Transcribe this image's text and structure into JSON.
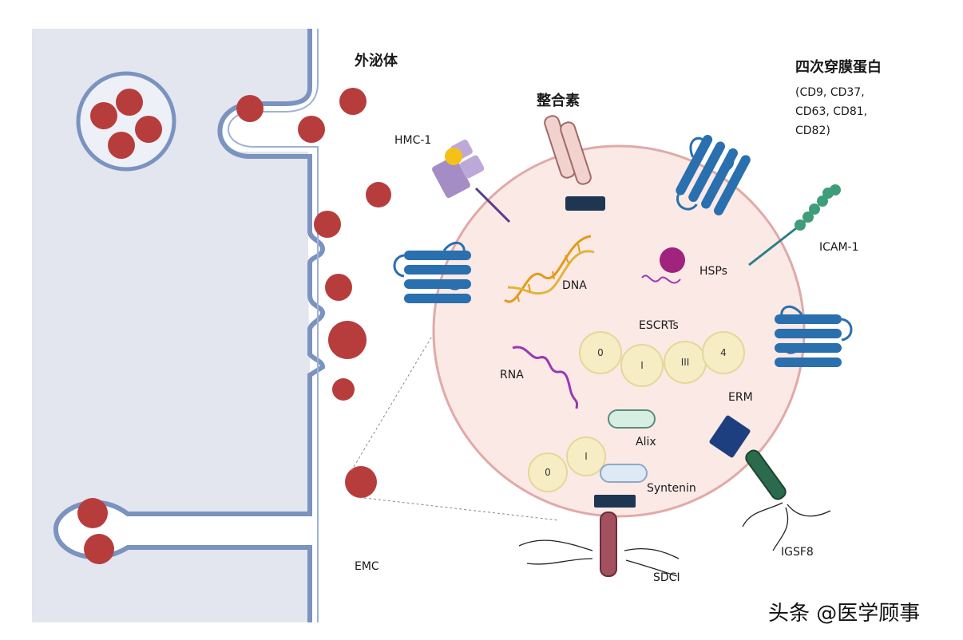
{
  "labels": {
    "exosome": "外泌体",
    "integrin": "整合素",
    "tetraspanin_title": "四次穿膜蛋白",
    "tetraspanin_list": "(CD9, CD37,\nCD63, CD81,\nCD82)",
    "hmc1": "HMC-1",
    "icam1": "ICAM-1",
    "dna": "DNA",
    "hsps": "HSPs",
    "escrts": "ESCRTs",
    "rna": "RNA",
    "erm": "ERM",
    "alix": "Alix",
    "syntenin": "Syntenin",
    "emc": "EMC",
    "sdci": "SDCI",
    "igsf8": "IGSF8"
  },
  "escrt_rings": [
    "0",
    "I",
    "III",
    "4"
  ],
  "syntenin_rings": [
    "0",
    "I"
  ],
  "watermark": "头条 @医学顾事",
  "colors": {
    "cell_fill": "#e3e6ef",
    "membrane": "#7a93bf",
    "exosome_red": "#b73d3d",
    "vesicle_fill": "#fbe9e6",
    "vesicle_border": "#e0aaa8",
    "tetraspanin_blue": "#2a6fae",
    "integrin_pink": "#f1d2ce",
    "integrin_anchor": "#1e3652",
    "hmc_purple": "#a48dc4",
    "hmc_gold": "#f5c118",
    "icam_green": "#3f9d79",
    "icam_stem": "#2b7f8a",
    "dna_orange": "#e39b1c",
    "hsp_magenta": "#a0237d",
    "rna_purple": "#9a38b0",
    "escrt_ring": "#f6edc4",
    "alix_mint": "#d6eee3",
    "syntenin_blue": "#dde9f5",
    "erm_navy": "#1e3f7f",
    "igsf8_green": "#2b6a4c",
    "sdc_rose": "#a35160"
  }
}
